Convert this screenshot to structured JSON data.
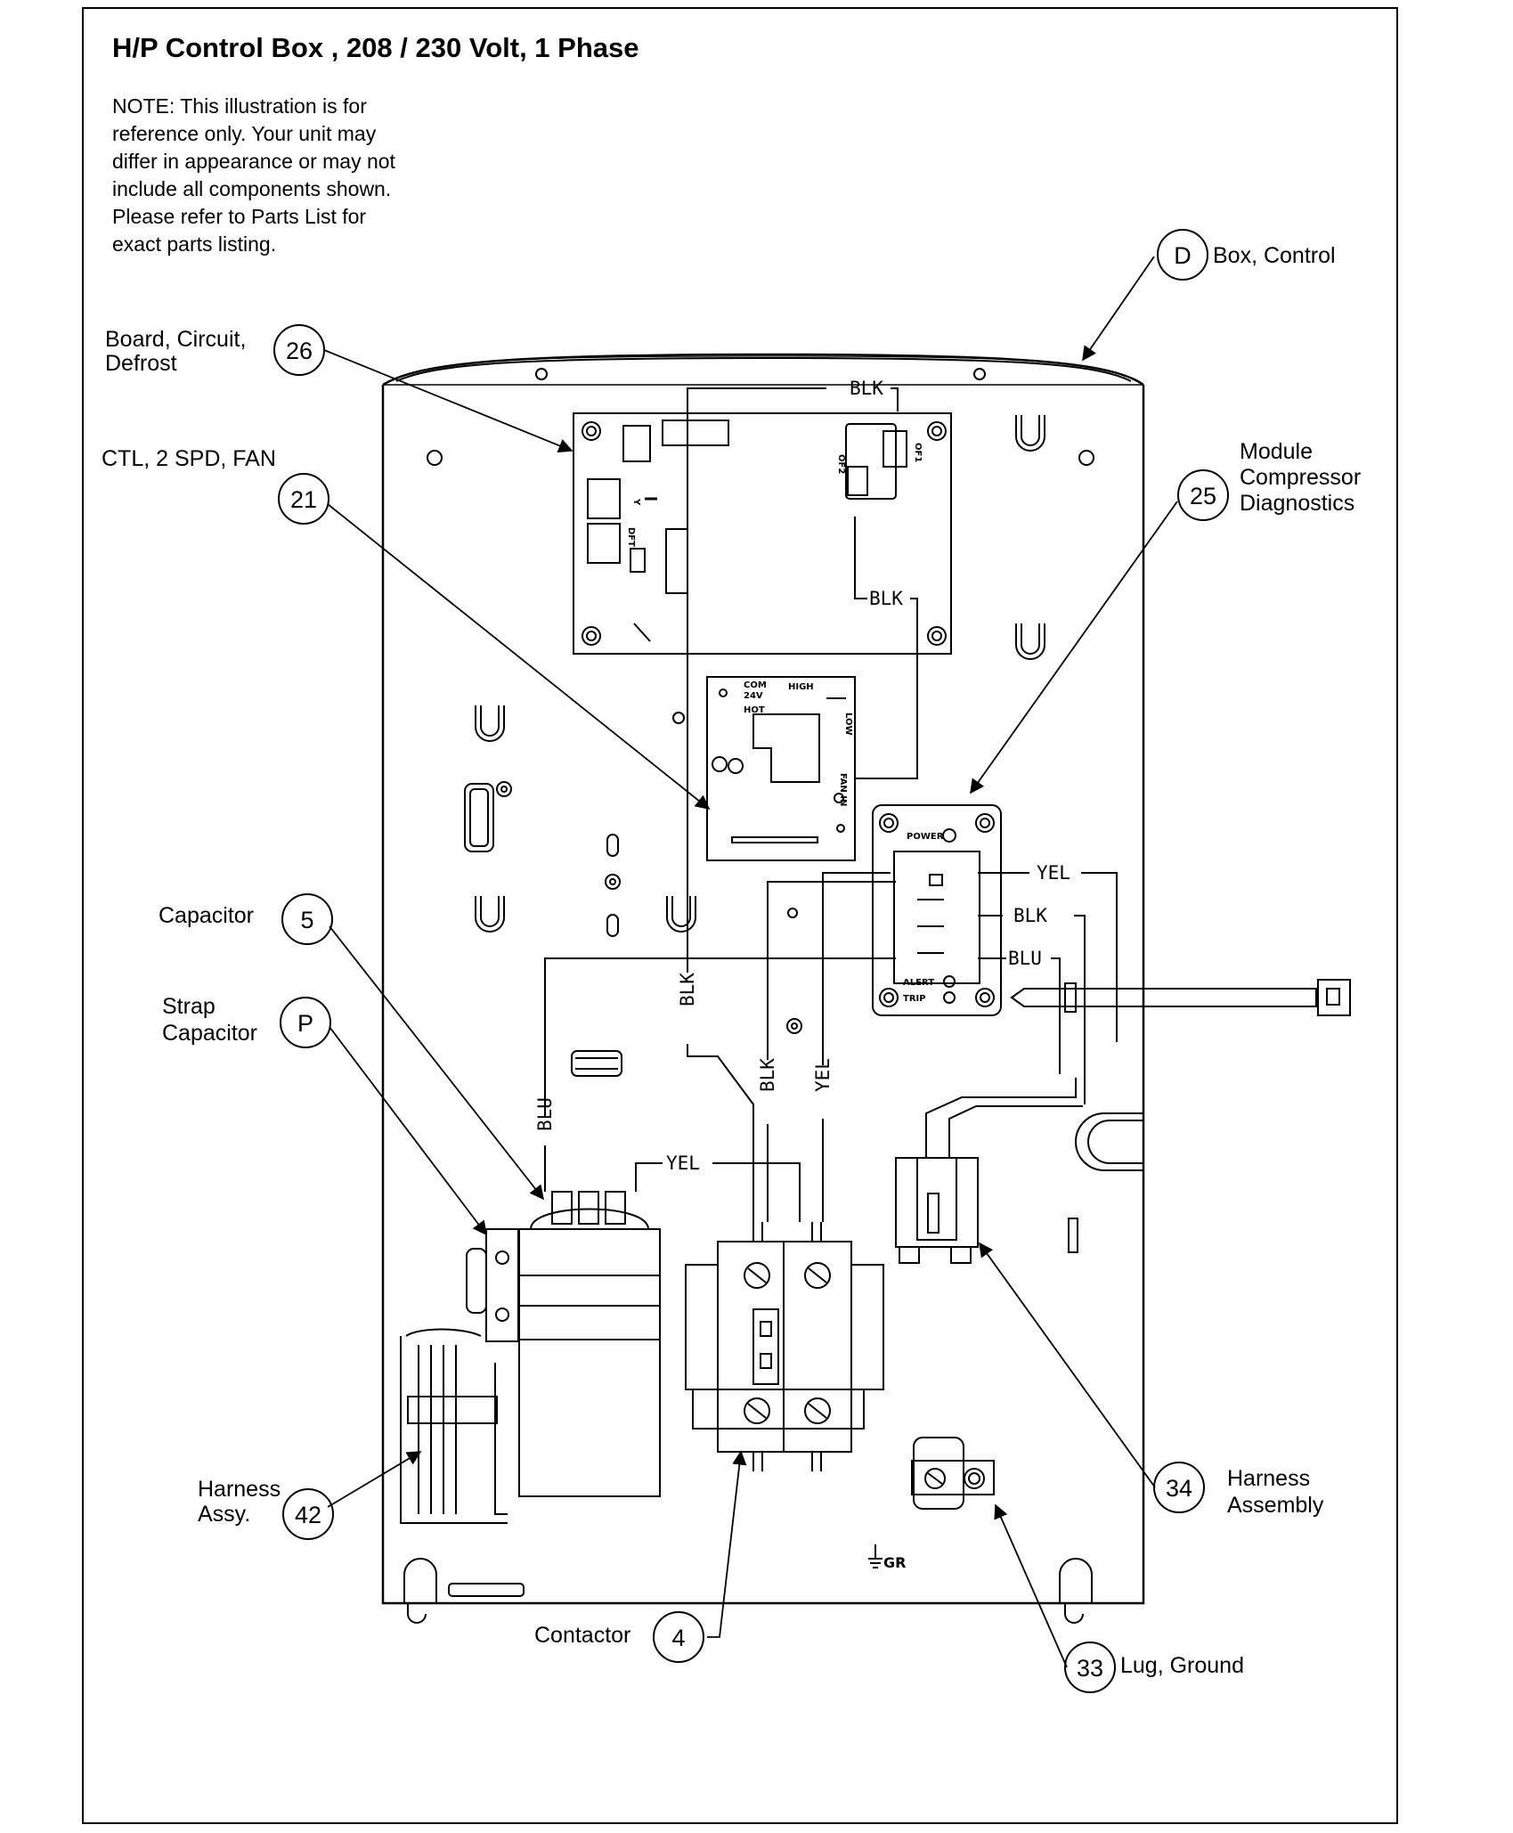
{
  "title": "H/P Control Box , 208 / 230 Volt, 1 Phase",
  "note_lines": [
    "NOTE: This illustration is for",
    " reference only.  Your unit may",
    "differ in appearance or may not",
    "include all components shown.",
    "Please refer to Parts List for",
    "exact parts listing."
  ],
  "callouts": {
    "box_control": {
      "id": "D",
      "label": "Box, Control"
    },
    "defrost_board": {
      "id": "26",
      "label_line1": "Board, Circuit,",
      "label_line2": "Defrost"
    },
    "fan_control": {
      "id": "21",
      "label": "CTL, 2 SPD, FAN"
    },
    "compressor_module": {
      "id": "25",
      "label_line1": "Module",
      "label_line2": "Compressor",
      "label_line3": "Diagnostics"
    },
    "capacitor": {
      "id": "5",
      "label": "Capacitor"
    },
    "strap_capacitor": {
      "id": "P",
      "label_line1": "Strap",
      "label_line2": "Capacitor"
    },
    "harness_assy": {
      "id": "42",
      "label_line1": "Harness",
      "label_line2": "Assy."
    },
    "harness_assembly": {
      "id": "34",
      "label_line1": "Harness",
      "label_line2": "Assembly"
    },
    "contactor": {
      "id": "4",
      "label": "Contactor"
    },
    "lug_ground": {
      "id": "33",
      "label": "Lug, Ground"
    }
  },
  "wire_labels": {
    "blk": "BLK",
    "yel": "YEL",
    "blu": "BLU"
  },
  "board_labels": {
    "of1": "OF1",
    "of2": "OF2",
    "dft": "DFT",
    "y": "Y",
    "com": "COM",
    "v24": "24V",
    "hot": "HOT",
    "high": "HIGH",
    "low": "LOW",
    "fan_in": "FAN IN",
    "power": "POWER",
    "alert": "ALERT",
    "trip": "TRIP",
    "gr": "GR"
  }
}
